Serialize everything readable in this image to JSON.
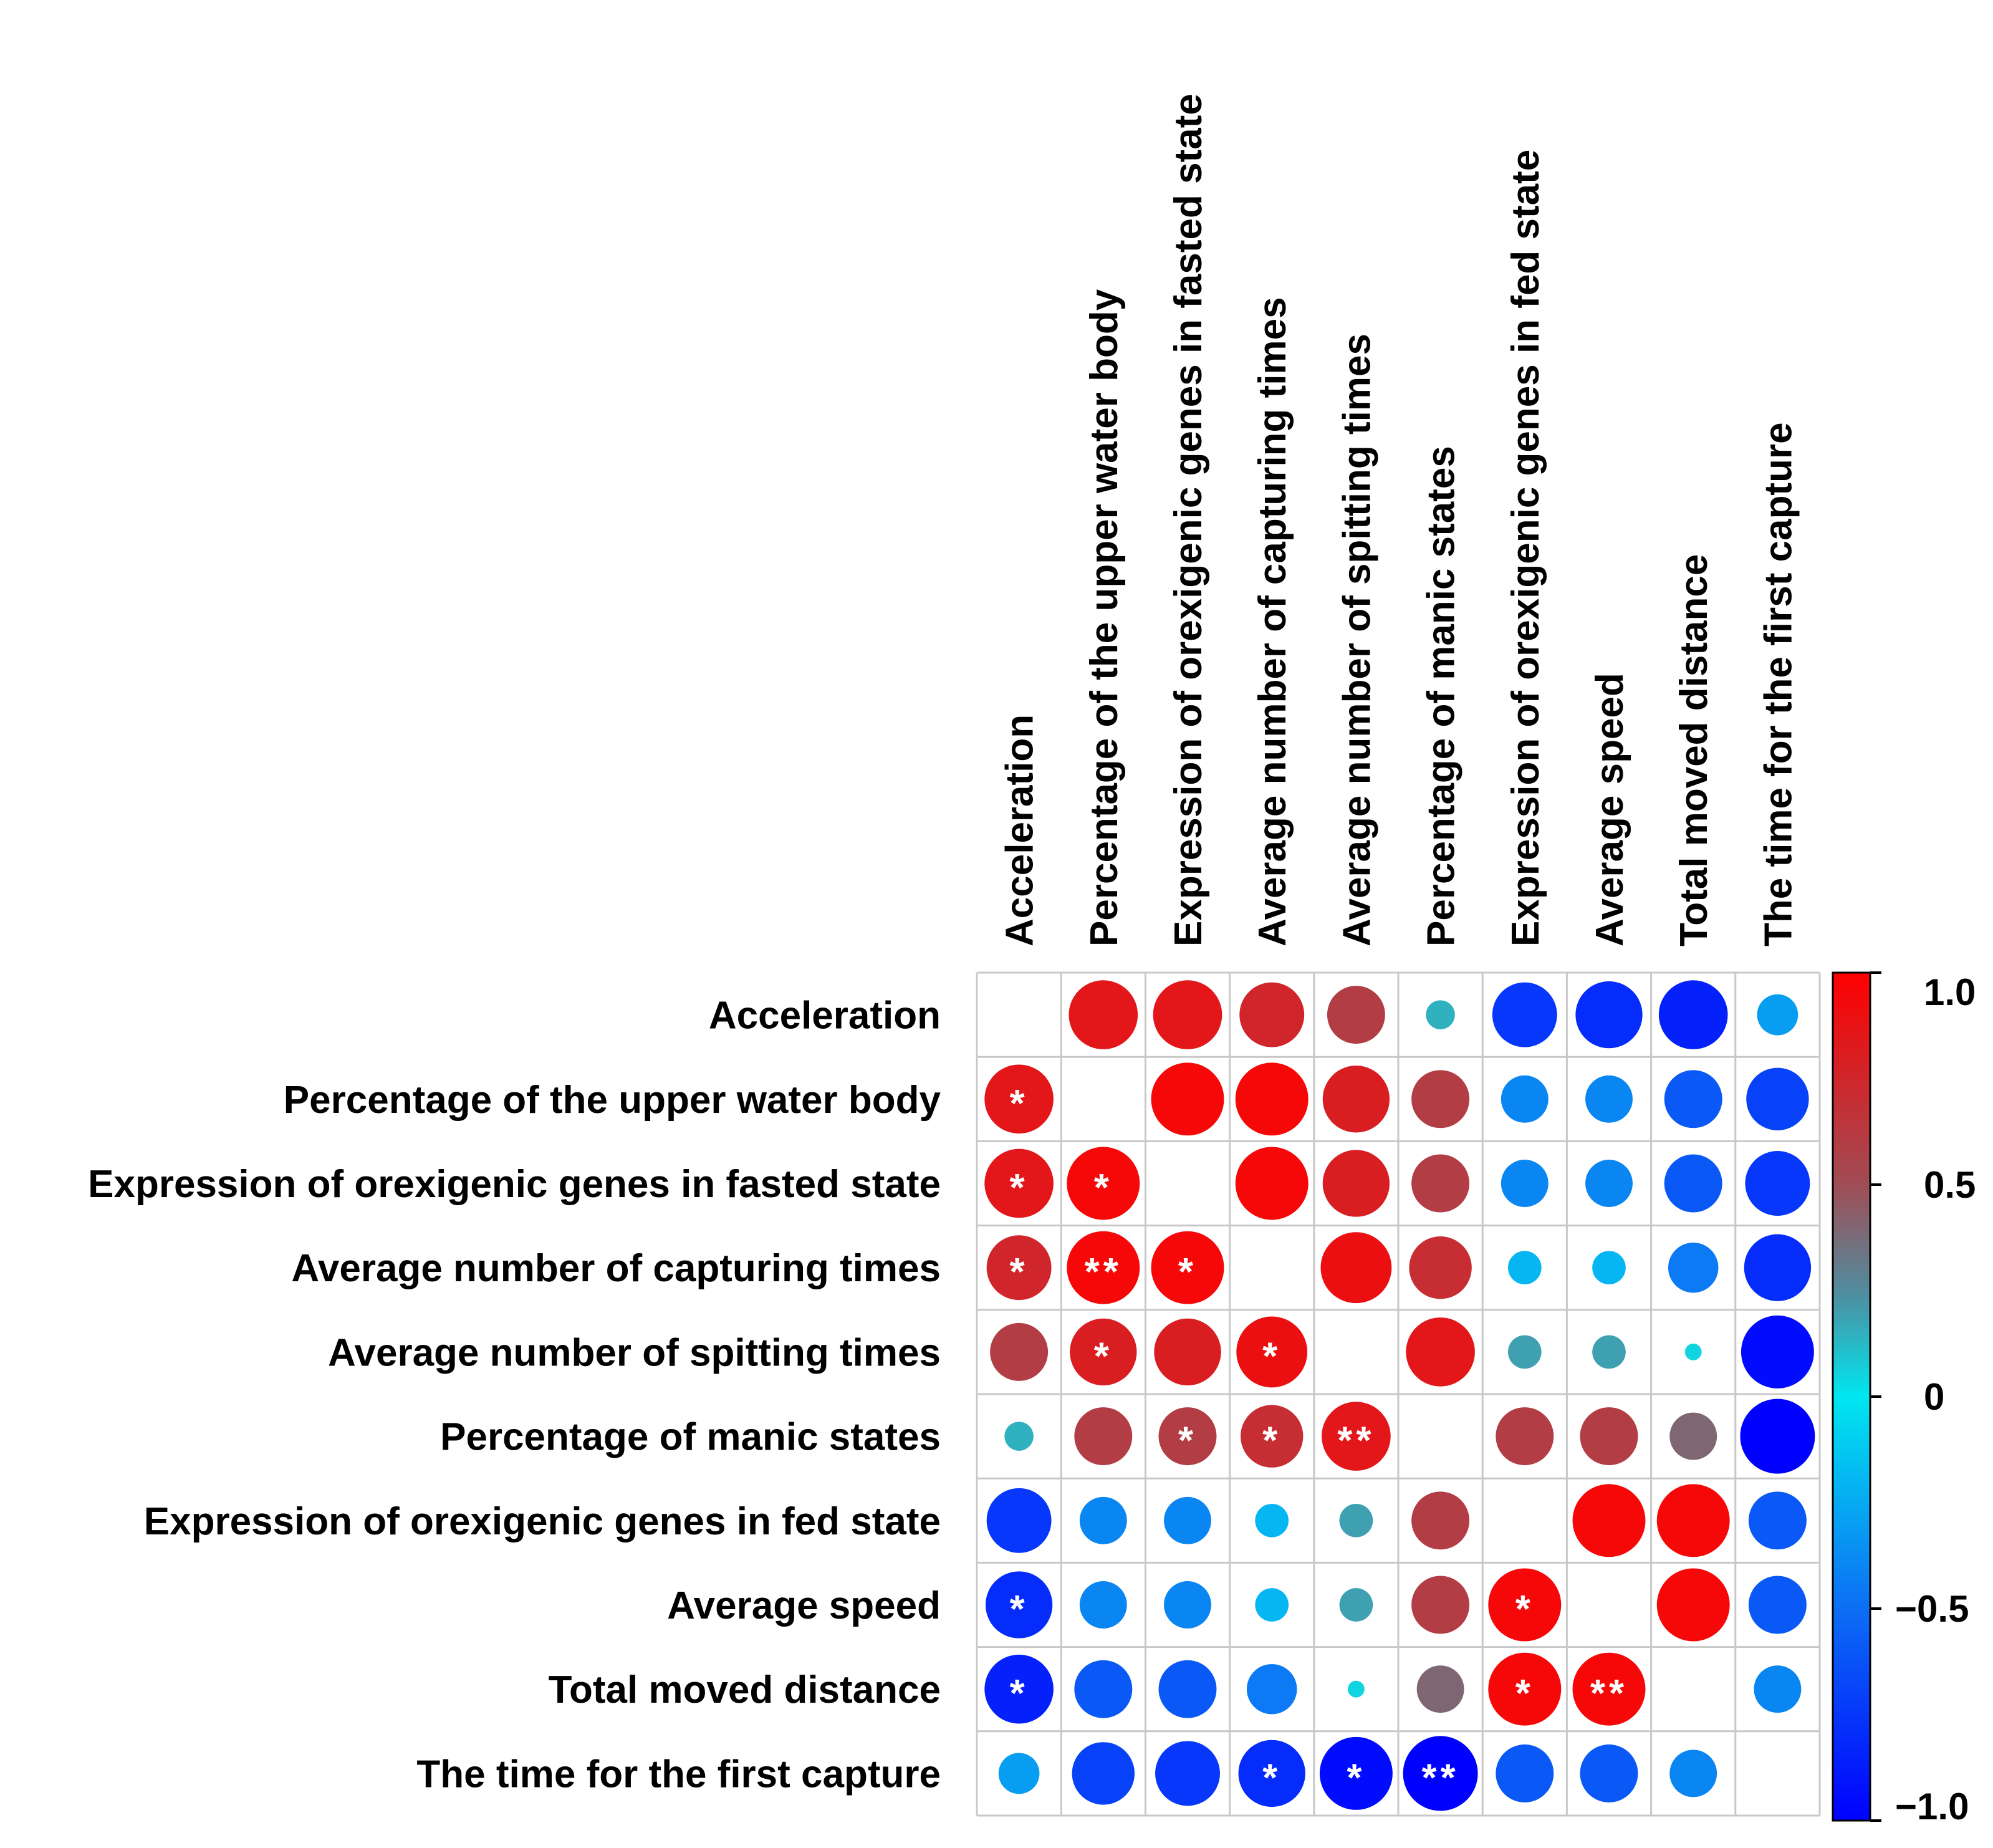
{
  "chart_data": {
    "type": "heatmap",
    "variables": [
      "Acceleration",
      "Percentage of the upper water body",
      "Expression of orexigenic genes in fasted state",
      "Average number of capturing times",
      "Average number of spitting times",
      "Percentage of manic states",
      "Expression of orexigenic genes in fed state",
      "Average speed",
      "Total moved distance",
      "The time for the first capture"
    ],
    "correlations": [
      [
        null,
        0.85,
        0.85,
        0.75,
        0.6,
        0.15,
        -0.75,
        -0.8,
        -0.85,
        -0.3
      ],
      [
        0.85,
        null,
        0.95,
        0.95,
        0.8,
        0.6,
        -0.4,
        -0.4,
        -0.6,
        -0.7
      ],
      [
        0.85,
        0.95,
        null,
        0.95,
        0.8,
        0.6,
        -0.4,
        -0.4,
        -0.6,
        -0.75
      ],
      [
        0.75,
        0.95,
        0.95,
        null,
        0.9,
        0.7,
        -0.2,
        -0.2,
        -0.45,
        -0.8
      ],
      [
        0.6,
        0.8,
        0.8,
        0.9,
        null,
        0.85,
        0.2,
        0.2,
        0.05,
        -0.95
      ],
      [
        0.15,
        0.6,
        0.6,
        0.7,
        0.85,
        null,
        0.6,
        0.6,
        0.4,
        -1.0
      ],
      [
        -0.75,
        -0.4,
        -0.4,
        -0.2,
        0.2,
        0.6,
        null,
        0.95,
        0.95,
        -0.6
      ],
      [
        -0.8,
        -0.4,
        -0.4,
        -0.2,
        0.2,
        0.6,
        0.95,
        null,
        0.95,
        -0.6
      ],
      [
        -0.85,
        -0.6,
        -0.6,
        -0.45,
        0.05,
        0.4,
        0.95,
        0.95,
        null,
        -0.4
      ],
      [
        -0.3,
        -0.7,
        -0.75,
        -0.8,
        -0.95,
        -1.0,
        -0.6,
        -0.6,
        -0.4,
        null
      ]
    ],
    "significance": [
      [
        "",
        "",
        "",
        "",
        "",
        "",
        "",
        "",
        "",
        ""
      ],
      [
        "*",
        "",
        "",
        "",
        "",
        "",
        "",
        "",
        "",
        ""
      ],
      [
        "*",
        "*",
        "",
        "",
        "",
        "",
        "",
        "",
        "",
        ""
      ],
      [
        "*",
        "**",
        "*",
        "",
        "",
        "",
        "",
        "",
        "",
        ""
      ],
      [
        "",
        "*",
        "",
        "*",
        "",
        "",
        "",
        "",
        "",
        ""
      ],
      [
        "",
        "",
        "*",
        "*",
        "**",
        "",
        "",
        "",
        "",
        ""
      ],
      [
        "",
        "",
        "",
        "",
        "",
        "",
        "",
        "",
        "",
        ""
      ],
      [
        "*",
        "",
        "",
        "",
        "",
        "",
        "*",
        "",
        "",
        ""
      ],
      [
        "*",
        "",
        "",
        "",
        "",
        "",
        "*",
        "**",
        "",
        ""
      ],
      [
        "",
        "",
        "",
        "*",
        "*",
        "**",
        "",
        "",
        "",
        ""
      ]
    ],
    "colorbar": {
      "range": [
        -1.0,
        1.0
      ],
      "ticks": [
        "1.0",
        "0.5",
        "0",
        "−0.5",
        "−1.0"
      ],
      "tick_values": [
        1.0,
        0.5,
        0,
        -0.5,
        -1.0
      ],
      "colors": {
        "neg": "#0000ff",
        "mid_low": "#00dcee",
        "mid": "#5a8a9a",
        "mid_high": "#a05050",
        "pos": "#ff0000"
      }
    },
    "title": "",
    "xlabel": "",
    "ylabel": ""
  }
}
